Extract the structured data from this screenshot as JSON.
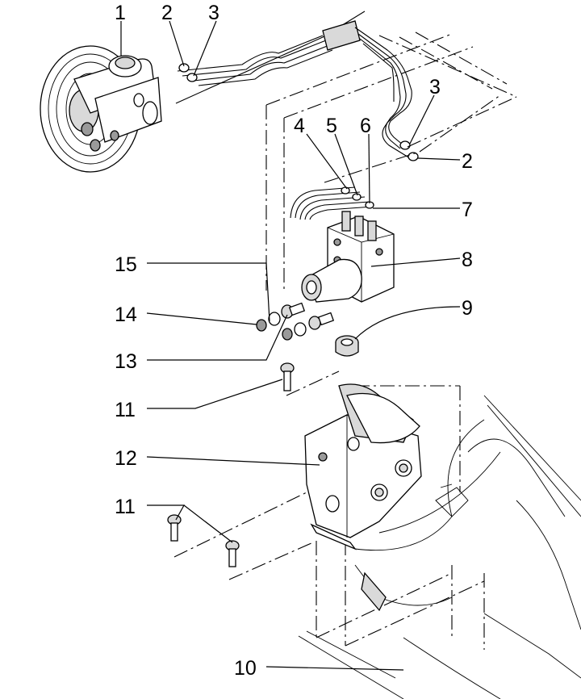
{
  "callouts": [
    {
      "id": "c1",
      "label": "1"
    },
    {
      "id": "c2a",
      "label": "2"
    },
    {
      "id": "c3a",
      "label": "3"
    },
    {
      "id": "c3b",
      "label": "3"
    },
    {
      "id": "c2b",
      "label": "2"
    },
    {
      "id": "c4",
      "label": "4"
    },
    {
      "id": "c5",
      "label": "5"
    },
    {
      "id": "c6",
      "label": "6"
    },
    {
      "id": "c7",
      "label": "7"
    },
    {
      "id": "c8",
      "label": "8"
    },
    {
      "id": "c9",
      "label": "9"
    },
    {
      "id": "c15",
      "label": "15"
    },
    {
      "id": "c14",
      "label": "14"
    },
    {
      "id": "c13",
      "label": "13"
    },
    {
      "id": "c11a",
      "label": "11"
    },
    {
      "id": "c12",
      "label": "12"
    },
    {
      "id": "c11b",
      "label": "11"
    },
    {
      "id": "c10",
      "label": "10"
    }
  ]
}
